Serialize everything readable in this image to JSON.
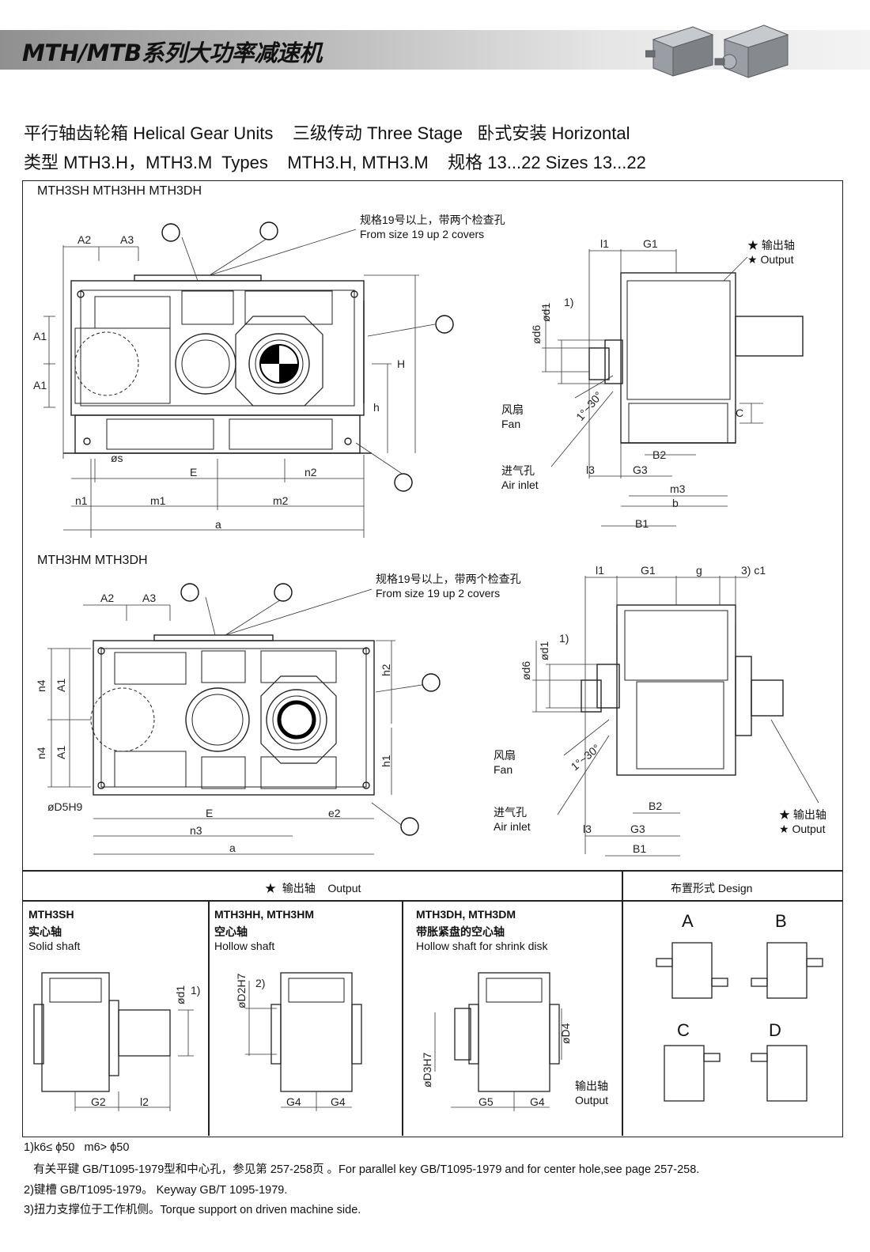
{
  "header": {
    "title": "MTH/MTB系列大功率减速机"
  },
  "subtitle": {
    "line1": "平行轴齿轮箱 Helical Gear Units    三级传动 Three Stage   卧式安装 Horizontal",
    "line2": "类型 MTH3.H，MTH3.M  Types    MTH3.H, MTH3.M    规格 13...22 Sizes 13...22"
  },
  "section1": {
    "title": "MTH3SH MTH3HH MTH3DH",
    "covers_note_cn": "规格19号以上，带两个检查孔",
    "covers_note_en": "From size 19 up 2 covers",
    "output_cn": "★ 输出轴",
    "output_en": "★ Output",
    "fan_cn": "风扇",
    "fan_en": "Fan",
    "inlet_cn": "进气孔",
    "inlet_en": "Air inlet",
    "dims": {
      "A2": "A2",
      "A3": "A3",
      "A1": "A1",
      "H": "H",
      "h": "h",
      "s": "øs",
      "E": "E",
      "n2": "n2",
      "n1": "n1",
      "m1": "m1",
      "m2": "m2",
      "a": "a",
      "l1": "l1",
      "G1": "G1",
      "d1": "ød1",
      "d6": "ød6",
      "note1": "1)",
      "angle": "1°~30°",
      "C": "C",
      "B2": "B2",
      "l3": "l3",
      "G3": "G3",
      "m3": "m3",
      "b": "b",
      "B1": "B1"
    }
  },
  "section2": {
    "title": "MTH3HM MTH3DH",
    "covers_note_cn": "规格19号以上，带两个检查孔",
    "covers_note_en": "From size 19 up 2 covers",
    "output_cn": "★ 输出轴",
    "output_en": "★ Output",
    "fan_cn": "风扇",
    "fan_en": "Fan",
    "inlet_cn": "进气孔",
    "inlet_en": "Air inlet",
    "dims": {
      "A2": "A2",
      "A3": "A3",
      "A1": "A1",
      "n4": "n4",
      "h2": "h2",
      "h1": "h1",
      "D5": "øD5H9",
      "E": "E",
      "e2": "e2",
      "n3": "n3",
      "a": "a",
      "l1": "l1",
      "G1": "G1",
      "g": "g",
      "c1": "3) c1",
      "d1": "ød1",
      "d6": "ød6",
      "note1": "1)",
      "angle": "1°~30°",
      "B2": "B2",
      "l3": "l3",
      "G3": "G3",
      "B1": "B1"
    }
  },
  "table": {
    "output_header": "★  输出轴    Output",
    "design_header": "布置形式 Design",
    "col1": {
      "type": "MTH3SH",
      "cn": "实心轴",
      "en": "Solid shaft",
      "dims": {
        "G2": "G2",
        "l2": "l2",
        "d1": "ød1",
        "note": "1)"
      }
    },
    "col2": {
      "type": "MTH3HH, MTH3HM",
      "cn": "空心轴",
      "en": "Hollow shaft",
      "dims": {
        "D2": "øD2H7",
        "note": "2)",
        "G4a": "G4",
        "G4b": "G4"
      }
    },
    "col3": {
      "type": "MTH3DH, MTH3DM",
      "cn": "带胀紧盘的空心轴",
      "en": "Hollow shaft for shrink disk",
      "dims": {
        "D3": "øD3H7",
        "D4": "øD4",
        "G5": "G5",
        "G4": "G4"
      },
      "out_cn": "输出轴",
      "out_en": "Output"
    },
    "designs": [
      "A",
      "B",
      "C",
      "D"
    ]
  },
  "footnotes": {
    "f1": "1)k6≤ ϕ50   m6> ϕ50",
    "f1b": "   有关平键 GB/T1095-1979型和中心孔，参见第 257-258页 。For parallel key GB/T1095-1979 and for center hole,see page 257-258.",
    "f2": "2)键槽 GB/T1095-1979。 Keyway GB/T 1095-1979.",
    "f3": "3)扭力支撑位于工作机侧。Torque support on driven machine side."
  }
}
